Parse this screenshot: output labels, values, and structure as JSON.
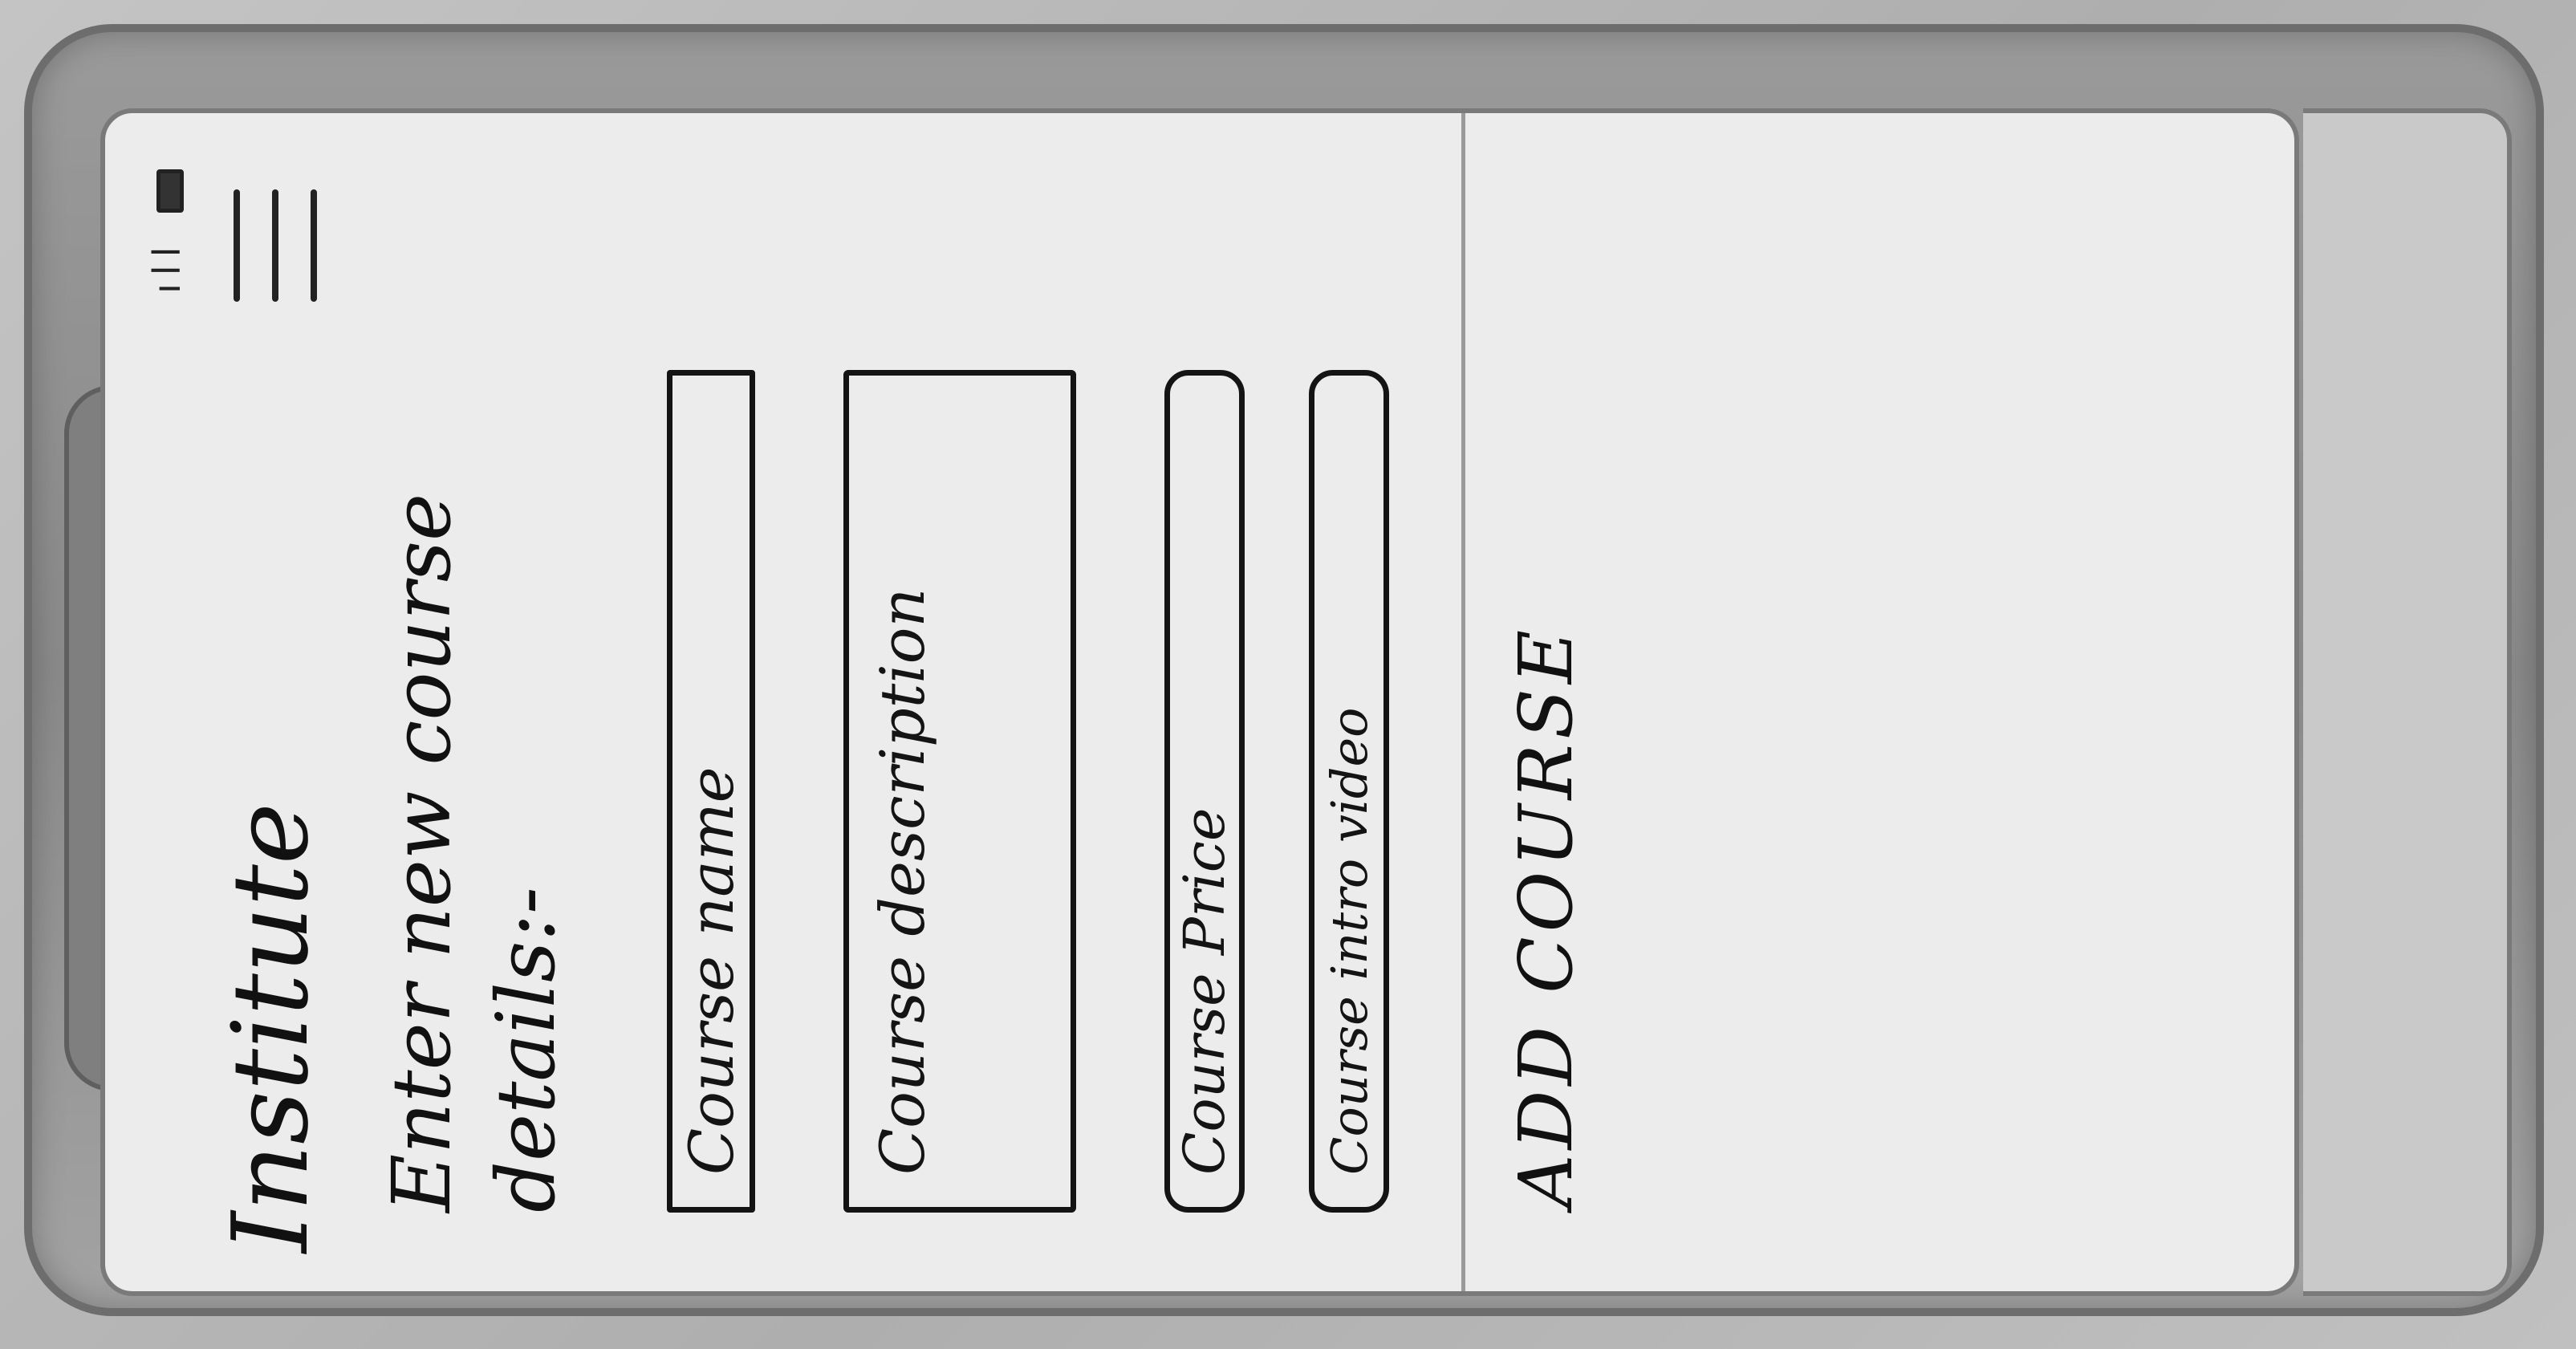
{
  "app": {
    "title": "Institute"
  },
  "status_bar": {
    "signal_text": "ıll"
  },
  "header": {
    "menu_icon": "hamburger-menu-icon"
  },
  "form": {
    "prompt": "Enter new course details:-",
    "course_name_placeholder": "Course name",
    "course_description_placeholder": "Course description",
    "course_price_placeholder": "Course Price",
    "course_intro_video_placeholder": "Course intro video"
  },
  "actions": {
    "add_course_label": "ADD COURSE"
  }
}
